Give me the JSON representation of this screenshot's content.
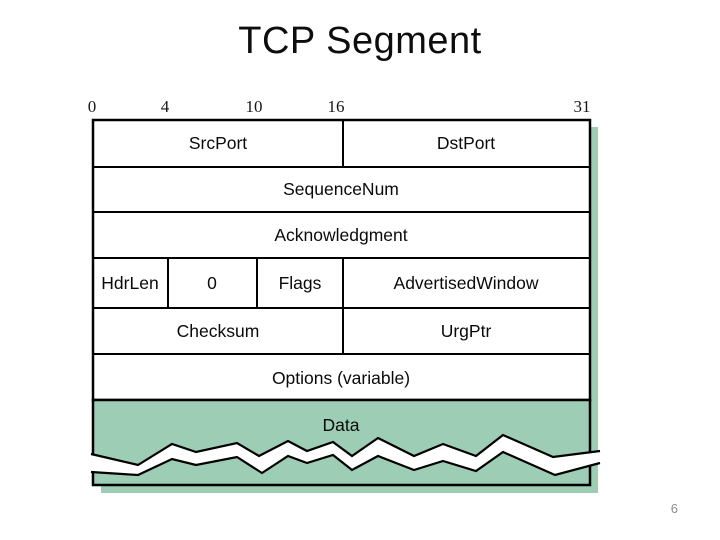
{
  "title": "TCP Segment",
  "page_number": "6",
  "colors": {
    "fill_green": "#9ECDB5",
    "border_black": "#000000"
  },
  "bit_scale": [
    "0",
    "4",
    "10",
    "16",
    "31"
  ],
  "fields": {
    "src_port": "SrcPort",
    "dst_port": "DstPort",
    "sequence_num": "SequenceNum",
    "acknowledgment": "Acknowledgment",
    "hdr_len": "HdrLen",
    "zero": "0",
    "flags": "Flags",
    "advertised_window": "AdvertisedWindow",
    "checksum": "Checksum",
    "urg_ptr": "UrgPtr",
    "options": "Options (variable)",
    "data": "Data"
  }
}
